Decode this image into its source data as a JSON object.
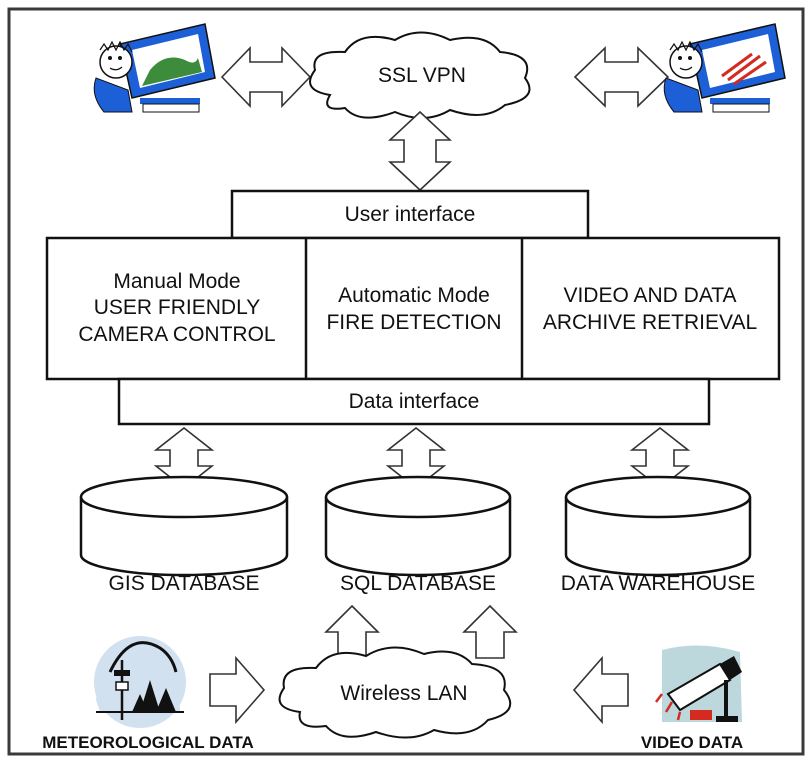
{
  "network": {
    "vpn_label": "SSL VPN",
    "wireless_label": "Wireless LAN"
  },
  "interfaces": {
    "user": "User interface",
    "data": "Data interface"
  },
  "modes": {
    "manual": [
      "Manual Mode",
      "USER FRIENDLY",
      "CAMERA CONTROL"
    ],
    "automatic": [
      "Automatic Mode",
      "FIRE DETECTION"
    ],
    "archive": [
      "VIDEO AND DATA",
      "ARCHIVE RETRIEVAL"
    ]
  },
  "databases": {
    "gis": "GIS DATABASE",
    "sql": "SQL DATABASE",
    "warehouse": "DATA WAREHOUSE"
  },
  "sources": {
    "meteo": "METEOROLOGICAL DATA",
    "video": "VIDEO DATA"
  },
  "icons": {
    "user_left": "user-at-computer-icon",
    "user_right": "user-at-computer-icon",
    "weather_station": "weather-station-icon",
    "camera": "surveillance-camera-icon"
  },
  "colors": {
    "monitor_blue": "#1c5fd6",
    "icon_bg": "#d2e1ef",
    "camera_bg": "#bcd8dd",
    "fire_red": "#d42a1f"
  }
}
